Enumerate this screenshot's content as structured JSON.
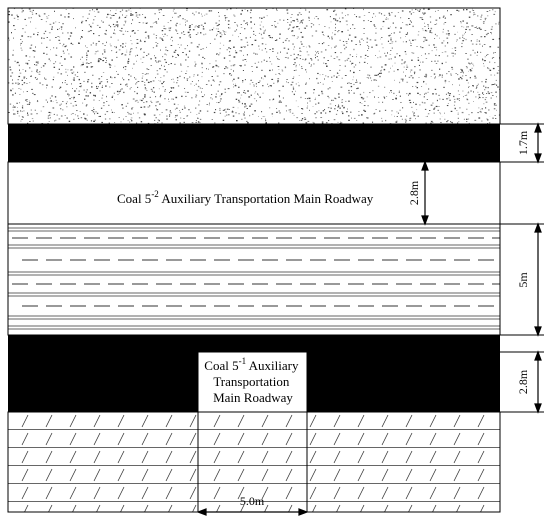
{
  "roadway_upper": {
    "prefix": "Coal 5",
    "superscript": "-2",
    "suffix": " Auxiliary Transportation Main Roadway"
  },
  "roadway_lower": {
    "line1_prefix": "Coal 5",
    "line1_superscript": "-1",
    "line1_suffix": " Auxiliary",
    "line2": "Transportation",
    "line3": "Main Roadway"
  },
  "dimensions": {
    "top_coal_thickness": "1.7m",
    "upper_roadway_height": "2.8m",
    "interburden_thickness": "5m",
    "lower_coal_thickness": "2.8m",
    "lower_roadway_width": "5.0m"
  }
}
